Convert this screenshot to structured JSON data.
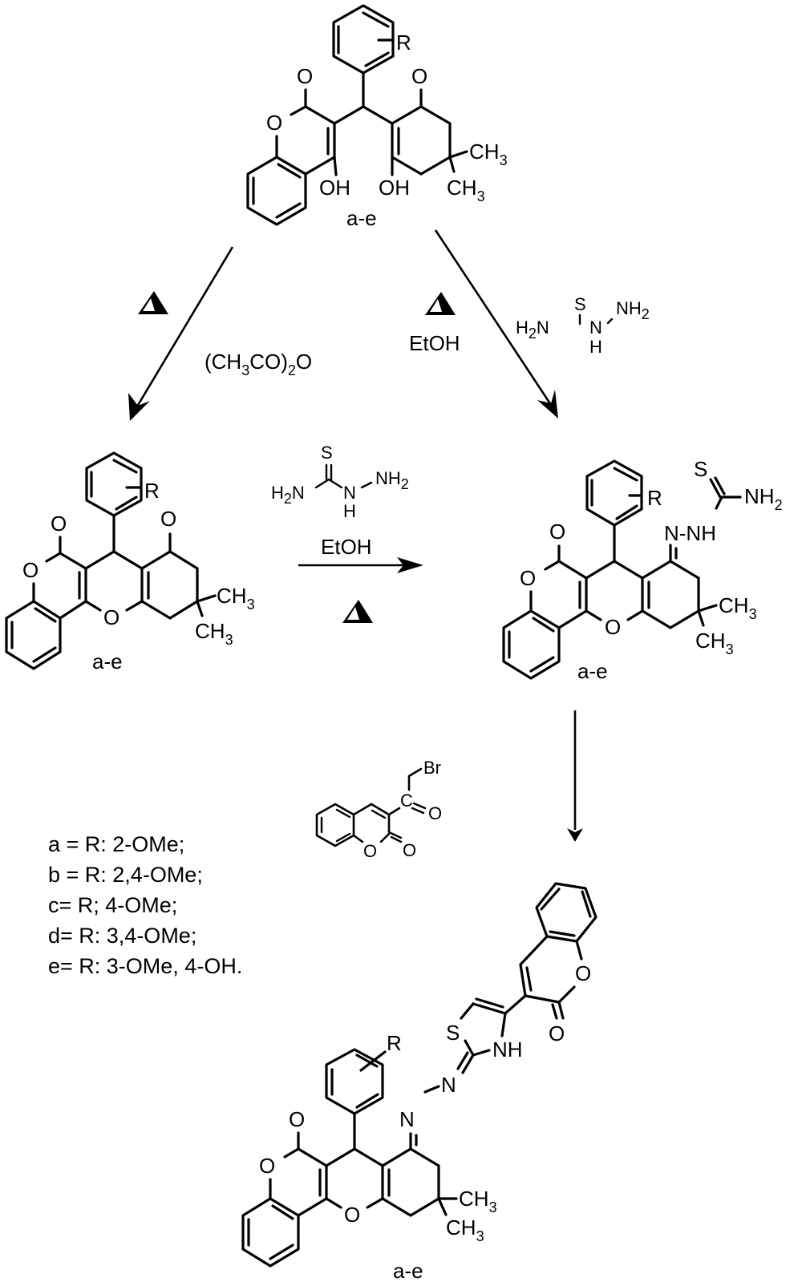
{
  "title": "Synthesis scheme of coumarin–thiazole hydrazone derivatives",
  "compounds": {
    "start": {
      "label": "a-e",
      "atoms": {
        "o_carbonyl1": "O",
        "o_ring1": "O",
        "oh1": "OH",
        "oh2": "OH",
        "o_ketone": "O",
        "ch3_a": "CH",
        "ch3_b": "CH",
        "sub3": "3",
        "r": "R"
      }
    },
    "xanthenone": {
      "label": "a-e",
      "atoms": {
        "o_carbonyl": "O",
        "o_ring": "O",
        "o_pyran": "O",
        "o_ketone": "O",
        "ch3_a": "CH",
        "ch3_b": "CH",
        "sub3": "3",
        "r": "R"
      }
    },
    "thiosemicarbazone": {
      "label": "a-e",
      "atoms": {
        "o_carbonyl": "O",
        "o_ring": "O",
        "o_pyran": "O",
        "n_imine": "N-NH",
        "s": "S",
        "nh2": "NH",
        "sub2": "2",
        "ch3_a": "CH",
        "ch3_b": "CH",
        "sub3": "3",
        "r": "R"
      }
    },
    "final": {
      "label": "a-e",
      "atoms": {
        "o_carbonyl": "O",
        "o_ring": "O",
        "o_pyran": "O",
        "n1": "N",
        "n2": "N",
        "s": "S",
        "nh": "NH",
        "o_coum_ring": "O",
        "o_coum_carbonyl": "O",
        "ch3_a": "CH",
        "ch3_b": "CH",
        "sub3": "3",
        "r": "R"
      }
    }
  },
  "reagents": {
    "acetic_anhydride": {
      "pre": "(CH",
      "s3": "3",
      "mid": "CO)",
      "s2": "2",
      "post": "O"
    },
    "heat_symbol": "Δ",
    "ethanol": "EtOH",
    "thiosemicarbazide": {
      "s": "S",
      "h2n_h": "H",
      "h2n_2": "2",
      "h2n_n": "N",
      "nh_n": "N",
      "nh_h": "H",
      "nh2": "NH",
      "nh2_sub": "2"
    },
    "bromoacetylcoumarin": {
      "br": "Br",
      "c": "C",
      "o_ketone": "O",
      "o_ring": "O",
      "o_carbonyl": "O"
    }
  },
  "legend": [
    "a = R: 2-OMe;",
    "b = R: 2,4-OMe;",
    "c= R; 4-OMe;",
    "d= R: 3,4-OMe;",
    "e= R: 3-OMe, 4-OH."
  ]
}
